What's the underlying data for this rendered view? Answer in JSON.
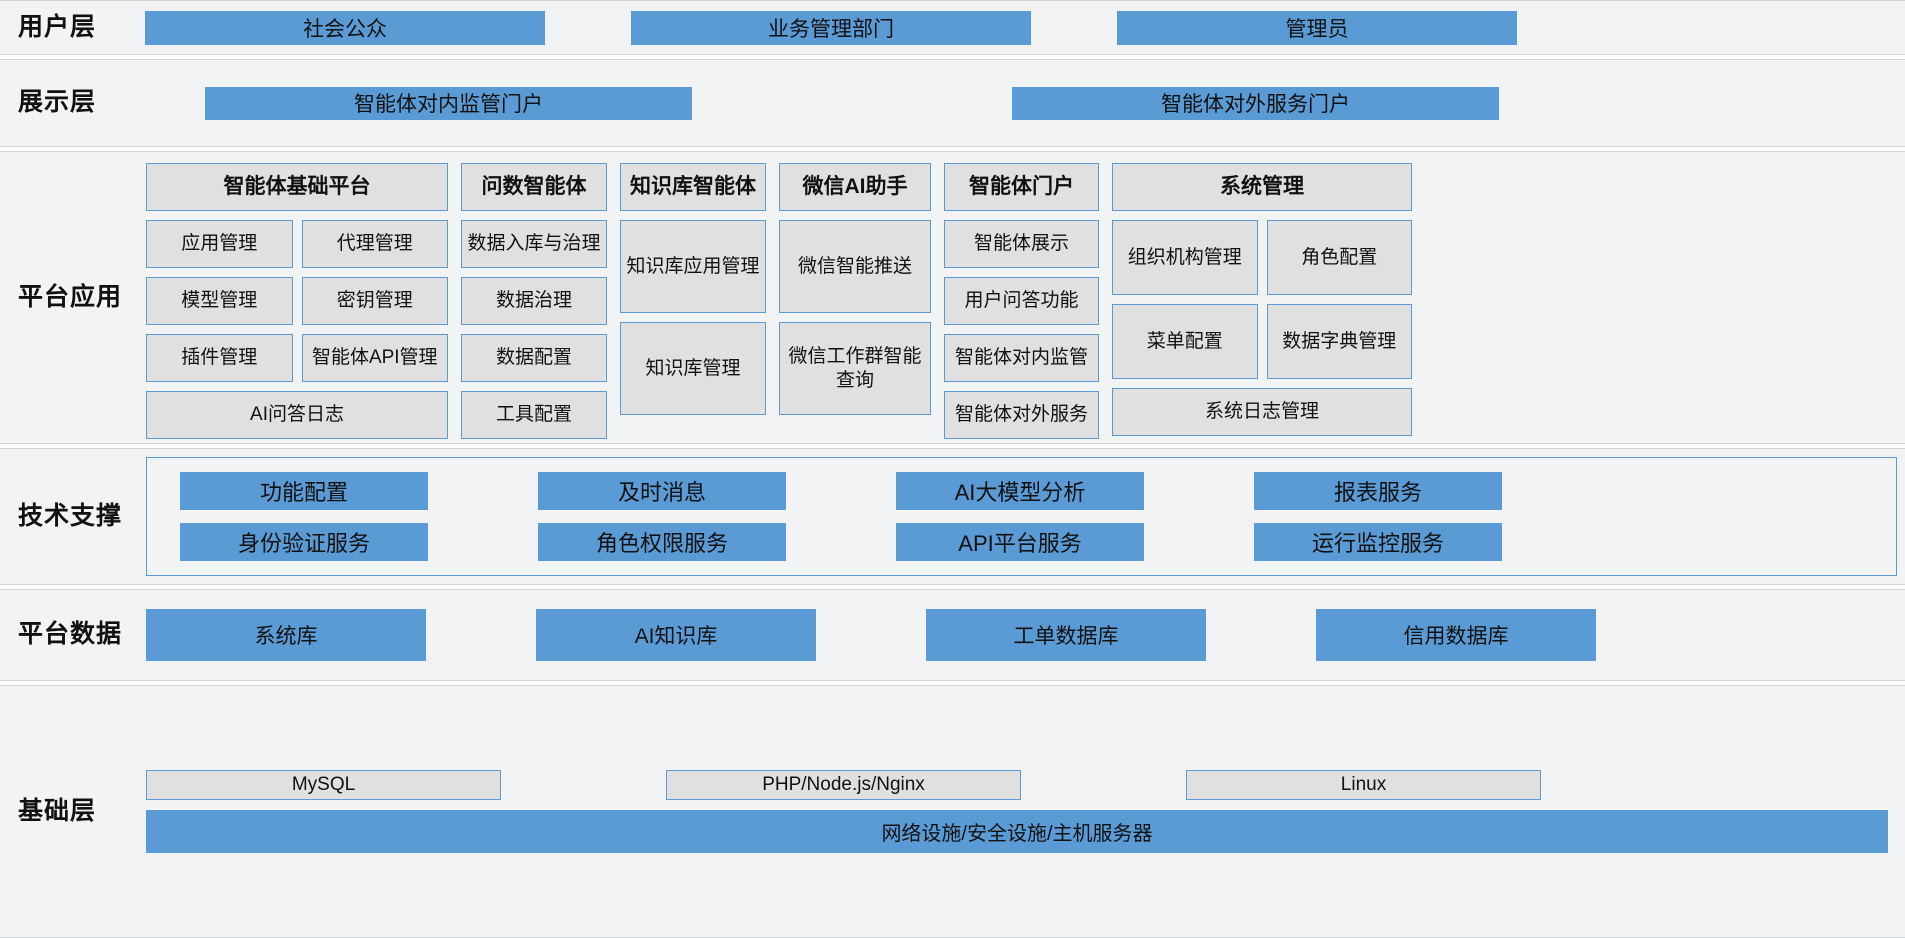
{
  "layers": {
    "user": {
      "label": "用户层",
      "items": [
        "社会公众",
        "业务管理部门",
        "管理员"
      ]
    },
    "presentation": {
      "label": "展示层",
      "items": [
        "智能体对内监管门户",
        "智能体对外服务门户"
      ]
    },
    "platform_app": {
      "label_line1": "平台",
      "label_line2": "应用",
      "columns": [
        {
          "head": "智能体基础平台",
          "rows": [
            [
              "应用管理",
              "代理管理"
            ],
            [
              "模型管理",
              "密钥管理"
            ],
            [
              "插件管理",
              "智能体API管理"
            ],
            [
              "AI问答日志"
            ]
          ]
        },
        {
          "head": "问数智能体",
          "rows": [
            [
              "数据入库与治理"
            ],
            [
              "数据治理"
            ],
            [
              "数据配置"
            ],
            [
              "工具配置"
            ]
          ]
        },
        {
          "head": "知识库智能体",
          "rows": [
            [
              "知识库应用管理"
            ],
            [
              "知识库管理"
            ]
          ]
        },
        {
          "head": "微信AI助手",
          "rows": [
            [
              "微信智能推送"
            ],
            [
              "微信工作群智能查询"
            ]
          ]
        },
        {
          "head": "智能体门户",
          "rows": [
            [
              "智能体展示"
            ],
            [
              "用户问答功能"
            ],
            [
              "智能体对内监管"
            ],
            [
              "智能体对外服务"
            ]
          ]
        },
        {
          "head": "系统管理",
          "rows": [
            [
              "组织机构管理",
              "角色配置"
            ],
            [
              "菜单配置",
              "数据字典管理"
            ],
            [
              "系统日志管理"
            ]
          ]
        }
      ]
    },
    "tech_support": {
      "label_line1": "技术",
      "label_line2": "支撑",
      "row1": [
        "功能配置",
        "及时消息",
        "AI大模型分析",
        "报表服务"
      ],
      "row2": [
        "身份验证服务",
        "角色权限服务",
        "API平台服务",
        "运行监控服务"
      ]
    },
    "platform_data": {
      "label_line1": "平台",
      "label_line2": "数据",
      "items": [
        "系统库",
        "AI知识库",
        "工单数据库",
        "信用数据库"
      ]
    },
    "infrastructure": {
      "label": "基础层",
      "row1": [
        "MySQL",
        "PHP/Node.js/Nginx",
        "Linux"
      ],
      "wide": "网络设施/安全设施/主机服务器"
    }
  },
  "colors": {
    "accent_blue": "#5b9bd5",
    "box_grey": "#e0e0e0",
    "band_bg": "#f2f3f4",
    "border_grey": "#d3d6d8"
  }
}
